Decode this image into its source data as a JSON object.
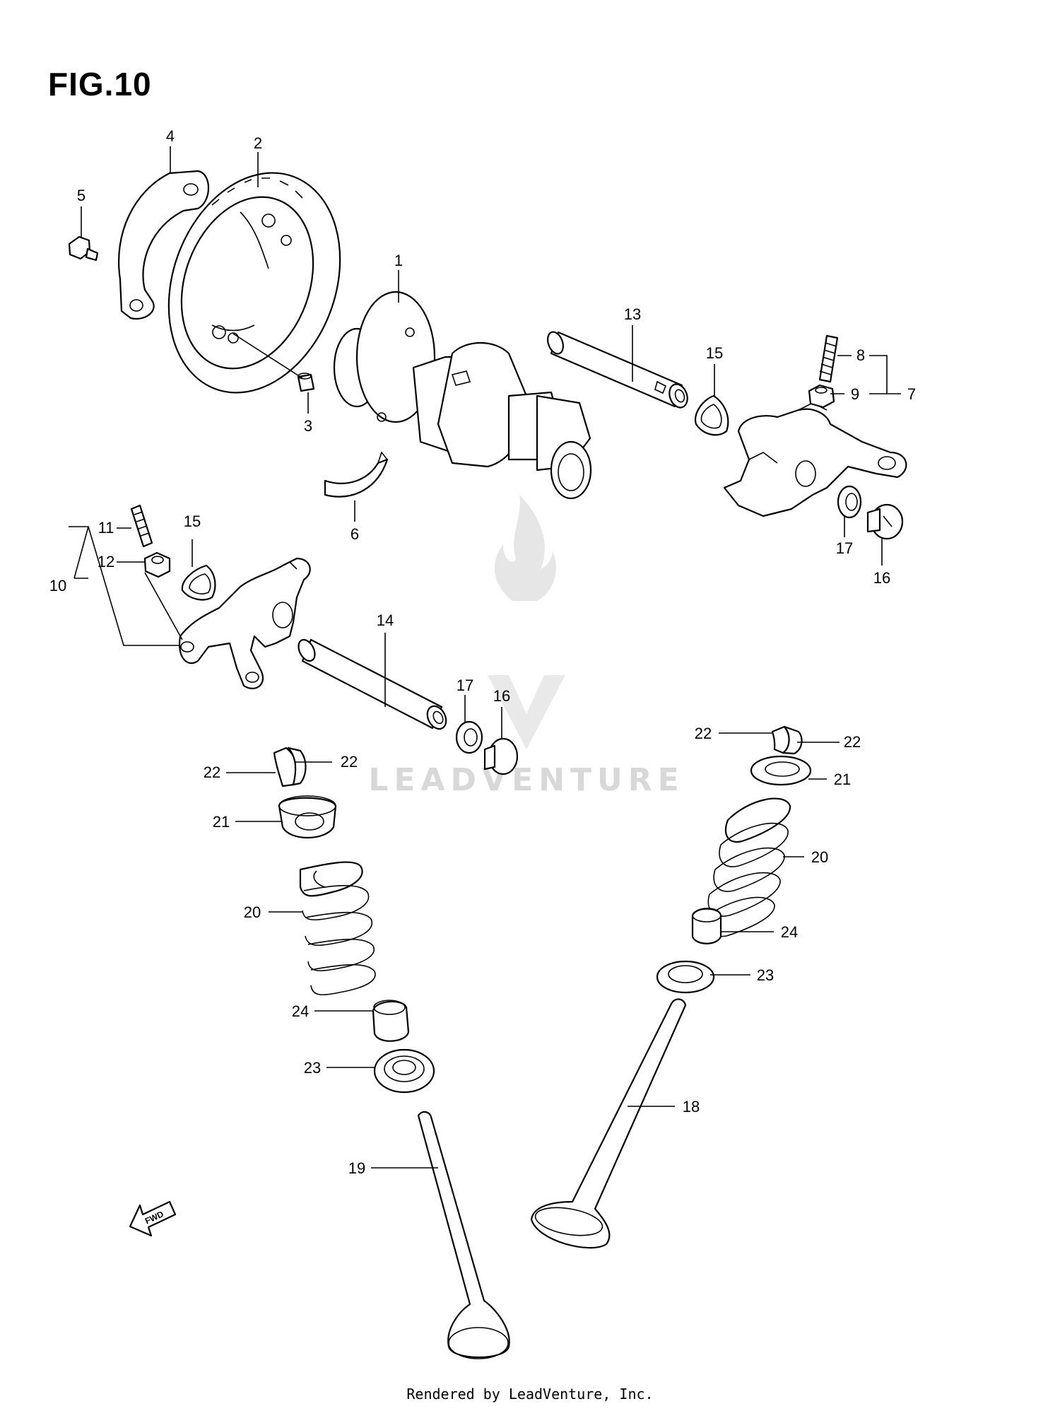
{
  "figure": {
    "title": "FIG.10"
  },
  "watermark": {
    "text": "LEADVENTURE",
    "color": "#d8d8d8"
  },
  "fwd_arrow": {
    "label": "FWD"
  },
  "footer": {
    "text": "Rendered by LeadVenture, Inc."
  },
  "callouts": [
    {
      "id": "c1",
      "label": "1"
    },
    {
      "id": "c2",
      "label": "2"
    },
    {
      "id": "c3",
      "label": "3"
    },
    {
      "id": "c4",
      "label": "4"
    },
    {
      "id": "c5",
      "label": "5"
    },
    {
      "id": "c6",
      "label": "6"
    },
    {
      "id": "c7",
      "label": "7"
    },
    {
      "id": "c8",
      "label": "8"
    },
    {
      "id": "c9",
      "label": "9"
    },
    {
      "id": "c10",
      "label": "10"
    },
    {
      "id": "c11",
      "label": "11"
    },
    {
      "id": "c12",
      "label": "12"
    },
    {
      "id": "c13",
      "label": "13"
    },
    {
      "id": "c14",
      "label": "14"
    },
    {
      "id": "c15a",
      "label": "15"
    },
    {
      "id": "c15b",
      "label": "15"
    },
    {
      "id": "c16a",
      "label": "16"
    },
    {
      "id": "c16b",
      "label": "16"
    },
    {
      "id": "c17a",
      "label": "17"
    },
    {
      "id": "c17b",
      "label": "17"
    },
    {
      "id": "c18",
      "label": "18"
    },
    {
      "id": "c19",
      "label": "19"
    },
    {
      "id": "c20a",
      "label": "20"
    },
    {
      "id": "c20b",
      "label": "20"
    },
    {
      "id": "c21a",
      "label": "21"
    },
    {
      "id": "c21b",
      "label": "21"
    },
    {
      "id": "c22a",
      "label": "22"
    },
    {
      "id": "c22b",
      "label": "22"
    },
    {
      "id": "c22c",
      "label": "22"
    },
    {
      "id": "c22d",
      "label": "22"
    },
    {
      "id": "c23a",
      "label": "23"
    },
    {
      "id": "c23b",
      "label": "23"
    },
    {
      "id": "c24a",
      "label": "24"
    },
    {
      "id": "c24b",
      "label": "24"
    }
  ]
}
